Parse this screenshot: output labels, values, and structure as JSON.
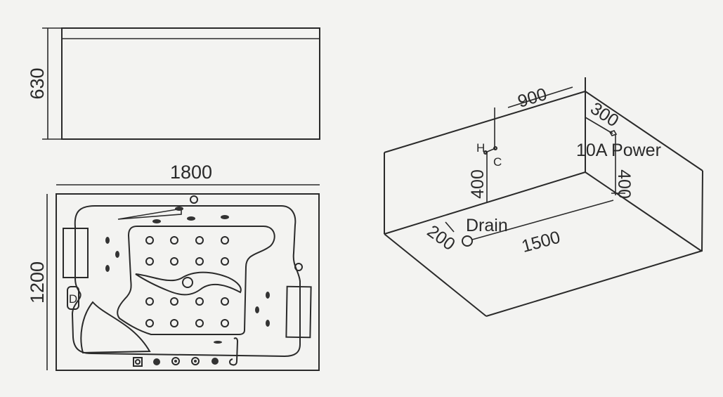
{
  "side_view": {
    "height_label": "630"
  },
  "top_view": {
    "length_label": "1800",
    "width_label": "1200",
    "drain_marker": "D"
  },
  "install_view": {
    "width_label": "900",
    "power_offset_label": "300",
    "power_label": "10A Power",
    "power_height_label": "400",
    "hot_label": "H",
    "cold_label": "C",
    "water_height_label": "400",
    "drain_label": "Drain",
    "drain_offset_label": "200",
    "drain_distance_label": "1500"
  },
  "colors": {
    "line": "#2a2a2a",
    "background": "#f3f3f1"
  }
}
